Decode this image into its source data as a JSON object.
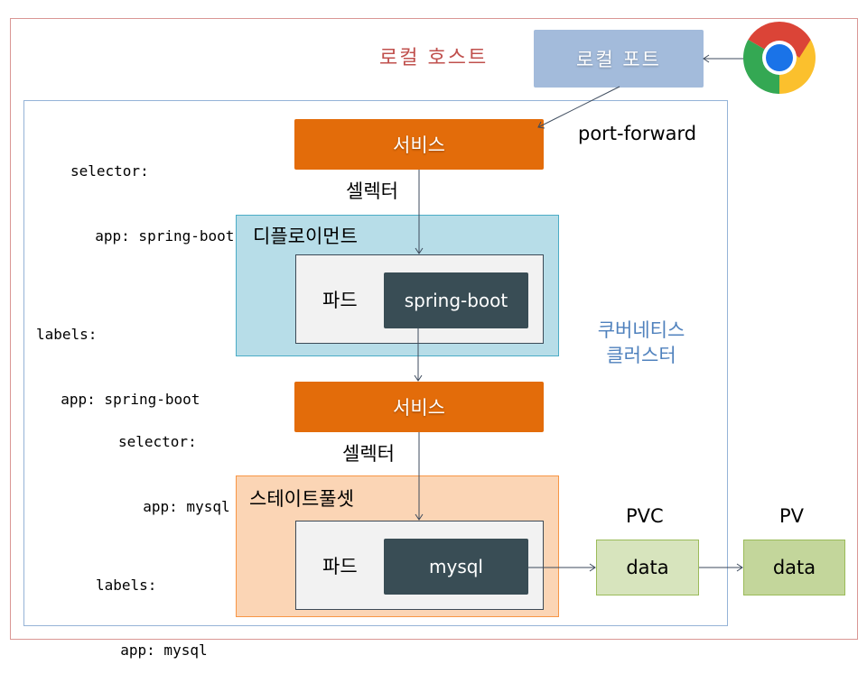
{
  "local_host": {
    "title": "로컬 호스트",
    "local_port_label": "로컬 포트",
    "browser_icon": "chrome-browser-icon",
    "port_forward_label": "port-forward"
  },
  "cluster": {
    "label_line1": "쿠버네티스",
    "label_line2": "클러스터"
  },
  "spring_stack": {
    "service_selector_key": "selector:",
    "service_selector_value": "  app: spring-boot",
    "service_label": "서비스",
    "selector_edge_label": "셀렉터",
    "deployment_label": "디플로이먼트",
    "pod_labels_key": "labels:",
    "pod_labels_value": "  app: spring-boot",
    "pod_label": "파드",
    "container_label": "spring-boot"
  },
  "mysql_stack": {
    "service_selector_key": "selector:",
    "service_selector_value": "  app: mysql",
    "service_label": "서비스",
    "selector_edge_label": "셀렉터",
    "statefulset_label": "스테이트풀셋",
    "pod_labels_key": "labels:",
    "pod_labels_value": "  app: mysql",
    "pod_label": "파드",
    "container_label": "mysql"
  },
  "storage": {
    "pvc_title": "PVC",
    "pvc_data_label": "data",
    "pv_title": "PV",
    "pv_data_label": "data"
  },
  "colors": {
    "service": "#e36c0a",
    "container": "#394d55",
    "deployment": "#b7dde8",
    "statefulset": "#fbd5b5",
    "local_port": "#a3bbdb",
    "pvc": "#d7e4bd",
    "pv": "#c3d69b",
    "host_frame": "#d99694",
    "cluster_frame": "#95b3d7",
    "host_title": "#c0504d",
    "cluster_title": "#4f81bd"
  }
}
